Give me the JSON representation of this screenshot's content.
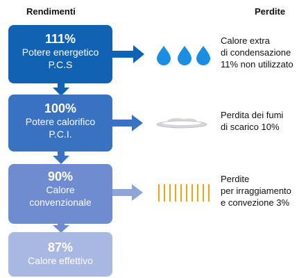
{
  "headers": {
    "left": "Rendimenti",
    "right": "Perdite"
  },
  "boxes": [
    {
      "pct": "111%",
      "lines": [
        "Potere energetico",
        "P.C.S"
      ],
      "color": "#1262b3"
    },
    {
      "pct": "100%",
      "lines": [
        "Potere calorifico",
        "P.C.I."
      ],
      "color": "#3a72c2"
    },
    {
      "pct": "90%",
      "lines": [
        "Calore",
        "convenzionale"
      ],
      "color": "#6e8ccf"
    },
    {
      "pct": "87%",
      "lines": [
        "Calore effettivo"
      ],
      "color": "#a9b8e2"
    }
  ],
  "losses": [
    {
      "lines": [
        "Calore extra",
        "di condensazione",
        "11% non utilizzato"
      ],
      "icon": "water-drops-icon",
      "icon_color": "#1a8ee0"
    },
    {
      "lines": [
        "Perdita dei fumi",
        "di scarico 10%"
      ],
      "icon": "cloud-icon",
      "icon_color": "#c9cdd2"
    },
    {
      "lines": [
        "Perdite",
        "per irraggiamento",
        "e convezione 3%"
      ],
      "icon": "heat-lines-icon",
      "icon_color": "#f0a313"
    }
  ]
}
